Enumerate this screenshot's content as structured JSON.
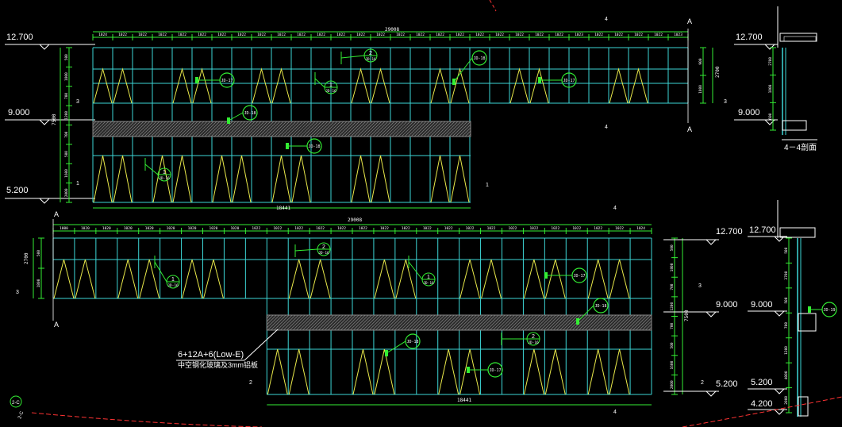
{
  "colors": {
    "background": "#000000",
    "mullion": "#3dd6d6",
    "dimension": "#33ee33",
    "opening": "#e8e84a",
    "text": "#ffffff",
    "spandrel": "#8a8a8a",
    "section_marker": "#ff3333"
  },
  "levels": {
    "top": "12.700",
    "middle": "9.000",
    "bottom": "5.200",
    "base": "4.200"
  },
  "upper_elevation": {
    "overall_width": "29008",
    "bottom_width": "18441",
    "top_dims": [
      "1024",
      "1022",
      "1022",
      "1022",
      "1022",
      "1022",
      "1022",
      "1022",
      "1022",
      "1022",
      "1022",
      "1022",
      "1022",
      "1022",
      "1022",
      "1022",
      "1022",
      "1022",
      "1022",
      "1022",
      "1022",
      "1022",
      "1022",
      "1022",
      "1023",
      "1022",
      "1022",
      "1022",
      "1022",
      "1023"
    ],
    "left_dims": [
      "500",
      "1800",
      "700",
      "1200",
      "700",
      "500",
      "1600",
      "2000"
    ],
    "left_total": "7500",
    "right_dims": [
      "900",
      "1800"
    ],
    "right_total": "2700",
    "callouts": {
      "d_top": "JD-18",
      "d_upper": "JD-17",
      "d_right": "JD-17",
      "d_band": "JD-18",
      "d_lower": "JD-18",
      "c1_num": "1",
      "c1_ref": "JD-16",
      "c2_num": "2",
      "c2_ref": "JD-16",
      "c3_num": "1",
      "c3_ref": "JD-16"
    },
    "axis_a": "A",
    "axis_4": "4",
    "axis_3": "3",
    "axis_1": "1"
  },
  "lower_elevation": {
    "overall_width": "29008",
    "bottom_width": "18441",
    "top_dims": [
      "1000",
      "1020",
      "1020",
      "1020",
      "1020",
      "1020",
      "1020",
      "1020",
      "1020",
      "1022",
      "1022",
      "1022",
      "1022",
      "1022",
      "1022",
      "1022",
      "1022",
      "1022",
      "1022",
      "1022",
      "1022",
      "1022",
      "1022",
      "1022",
      "1022",
      "1022",
      "1022",
      "1024"
    ],
    "left_dims": [
      "500",
      "1800"
    ],
    "left_total": "2700",
    "right_dims": [
      "500",
      "1800",
      "700",
      "1200",
      "700",
      "500",
      "1600",
      "2000"
    ],
    "right_total": "7500",
    "callouts": {
      "d_right": "JD-17",
      "d_band": "JD-18",
      "d_lower": "JD-18",
      "d_lower2": "JD-17",
      "c1_num": "1",
      "c1_ref": "JD-16",
      "c2_num": "2",
      "c2_ref": "JD-16",
      "c3_num": "1",
      "c3_ref": "JD-16",
      "c4_num": "2",
      "c4_ref": "JD-16"
    },
    "glass_spec": "6+12A+6(Low-E)",
    "glass_note": "中空钢化玻璃及3mm铝板",
    "axis_a": "A",
    "axis_3": "3",
    "axis_2": "2",
    "axis_4": "4"
  },
  "section_4": {
    "title": "4－4剖面",
    "dims": [
      "2700",
      "1800",
      "600"
    ],
    "top_level": "12.700",
    "mid_level": "9.000"
  },
  "section_lower": {
    "dims": [
      "500",
      "3700",
      "500",
      "700",
      "1200",
      "4000",
      "2000"
    ],
    "detail_ref": "JD-19",
    "top_level": "12.700",
    "mid_level": "9.000",
    "low_level": "5.200",
    "base_level": "4.200"
  },
  "corner_marker": "2-C",
  "corner_tag": "2-C"
}
